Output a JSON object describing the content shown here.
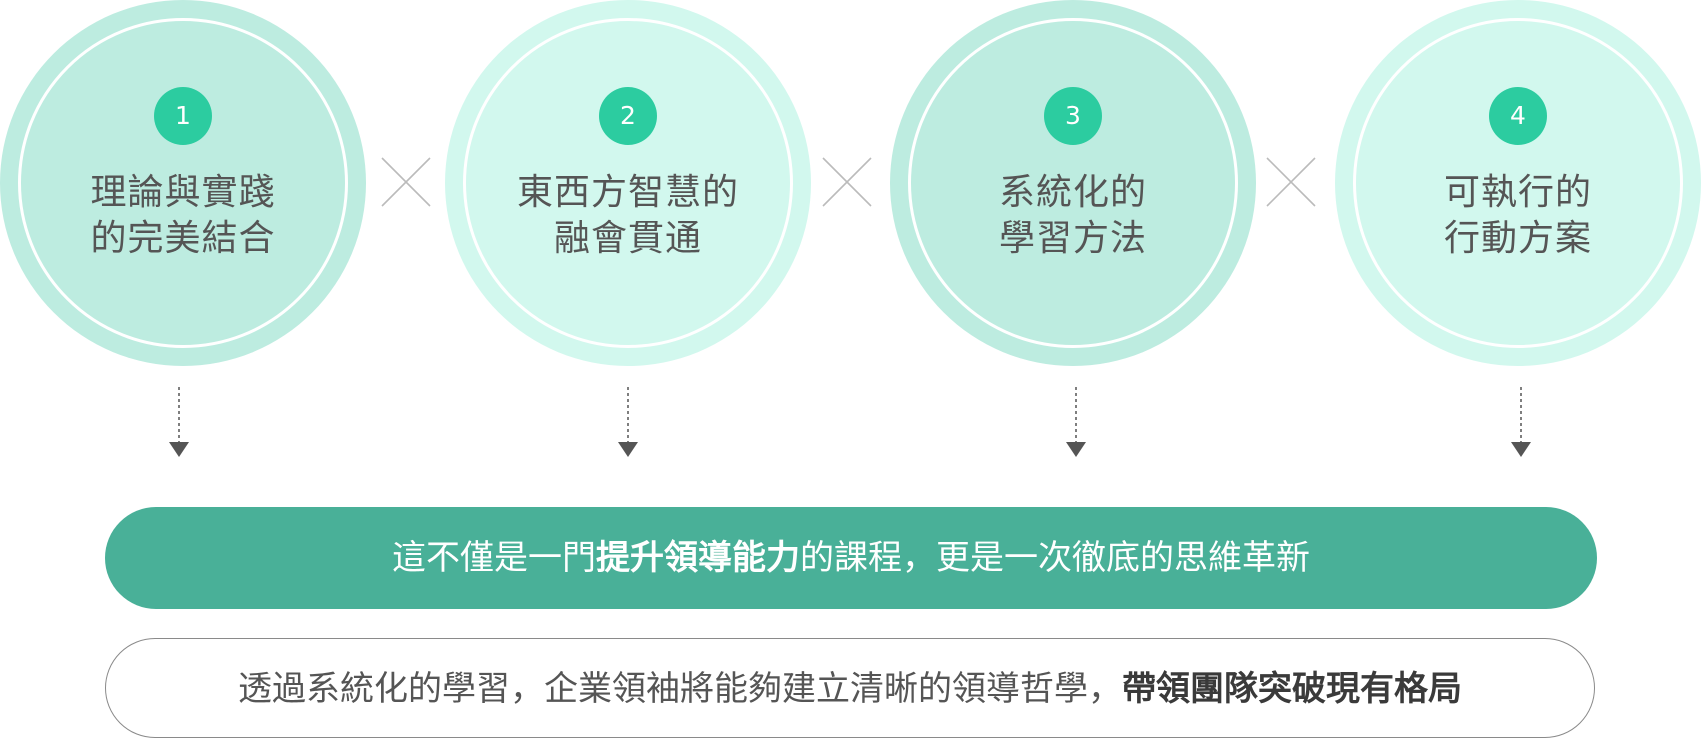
{
  "circles": [
    {
      "number": "1",
      "line1": "理論與實踐",
      "line2": "的完美結合"
    },
    {
      "number": "2",
      "line1": "東西方智慧的",
      "line2": "融會貫通"
    },
    {
      "number": "3",
      "line1": "系統化的",
      "line2": "學習方法"
    },
    {
      "number": "4",
      "line1": "可執行的",
      "line2": "行動方案"
    }
  ],
  "banner": {
    "prefix": "這不僅是一門",
    "highlight": "提升領導能力",
    "suffix": "的課程，更是一次徹底的思維革新"
  },
  "statement": {
    "prefix": "透過系統化的學習，企業領袖將能夠建立清晰的領導哲學，",
    "highlight": "帶領團隊突破現有格局"
  },
  "colors": {
    "circle_dark": "#bdece0",
    "circle_light": "#d2f8ee",
    "number_badge": "#2ccca0",
    "banner": "#49b098",
    "text": "#555555",
    "connector": "#bbbbbb",
    "arrow": "#555555"
  },
  "icons": {
    "connector": "multiply-icon",
    "arrow": "dotted-down-arrow-icon"
  }
}
